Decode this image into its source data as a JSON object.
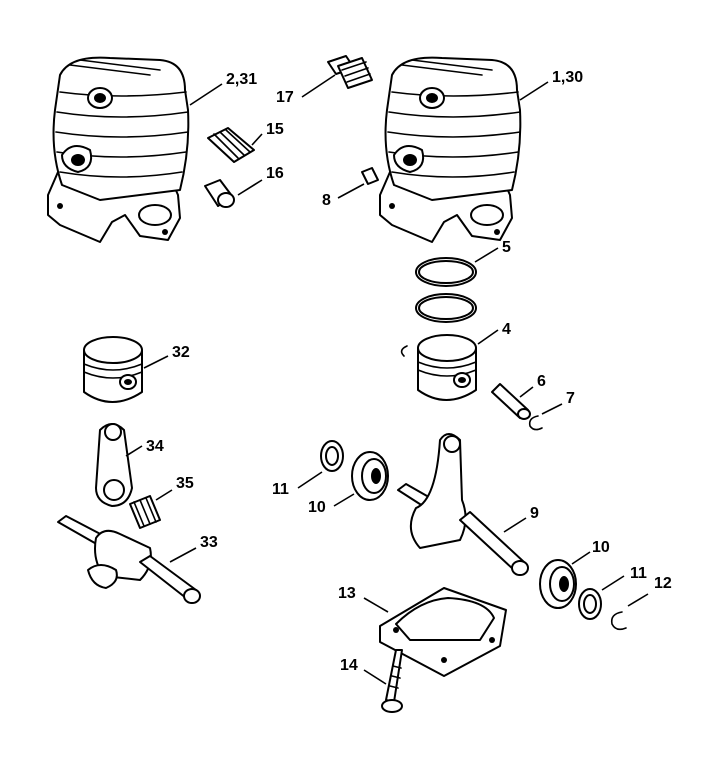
{
  "callouts": [
    {
      "id": "c231",
      "label": "2,31"
    },
    {
      "id": "c130",
      "label": "1,30"
    },
    {
      "id": "c17",
      "label": "17"
    },
    {
      "id": "c15",
      "label": "15"
    },
    {
      "id": "c16",
      "label": "16"
    },
    {
      "id": "c8",
      "label": "8"
    },
    {
      "id": "c5",
      "label": "5"
    },
    {
      "id": "c4",
      "label": "4"
    },
    {
      "id": "c6",
      "label": "6"
    },
    {
      "id": "c7",
      "label": "7"
    },
    {
      "id": "c32",
      "label": "32"
    },
    {
      "id": "c34",
      "label": "34"
    },
    {
      "id": "c35",
      "label": "35"
    },
    {
      "id": "c33",
      "label": "33"
    },
    {
      "id": "c11a",
      "label": "11"
    },
    {
      "id": "c10a",
      "label": "10"
    },
    {
      "id": "c9",
      "label": "9"
    },
    {
      "id": "c10b",
      "label": "10"
    },
    {
      "id": "c11b",
      "label": "11"
    },
    {
      "id": "c12",
      "label": "12"
    },
    {
      "id": "c13",
      "label": "13"
    },
    {
      "id": "c14",
      "label": "14"
    }
  ]
}
